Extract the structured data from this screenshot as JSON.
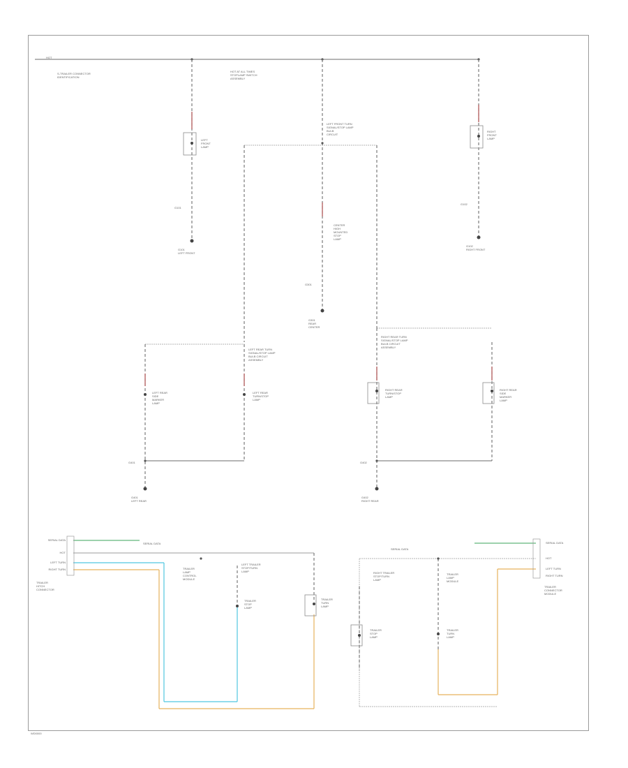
{
  "page": {
    "footer_code": "WD0000"
  },
  "power": {
    "feed_label": "HOT",
    "source_label": "S-TRAILER CONNECTOR\nIDENTIFICATION"
  },
  "upper": {
    "feed_note": "HOT AT ALL TIMES\nSTOPLAMP SWITCH\nASSEMBLY",
    "center_header": "LEFT FRONT TURN\nSIGNAL/STOP LAMP\nBULB\nCIRCUIT",
    "left_lamp": "LEFT\nFRONT\nLAMP",
    "center_lamp": "CENTER\nHIGH\nMOUNTED\nSTOP\nLAMP",
    "right_lamp": "RIGHT\nFRONT\nLAMP",
    "left_ground": "G101\nLEFT FRONT",
    "center_ground": "G301\nREAR\nCENTER",
    "right_ground": "G102\nRIGHT FRONT",
    "left_gnd_tag": "G101",
    "center_gnd_tag": "G301",
    "right_gnd_tag": "G102"
  },
  "middle": {
    "left_header": "LEFT REAR TURN\nSIGNAL/STOP LAMP\nBULB CIRCUIT\nASSEMBLY",
    "right_header": "RIGHT REAR TURN\nSIGNAL/STOP LAMP\nBULB CIRCUIT\nASSEMBLY",
    "lamp_lr_outer": "LEFT REAR\nSIDE\nMARKER\nLAMP",
    "lamp_lr_inner": "LEFT REAR\nTURN/STOP\nLAMP",
    "lamp_rr_inner": "RIGHT REAR\nTURN/STOP\nLAMP",
    "lamp_rr_outer": "RIGHT REAR\nSIDE\nMARKER\nLAMP",
    "left_ground": "G401\nLEFT REAR",
    "right_ground": "G402\nRIGHT REAR",
    "left_gnd_tag": "G401",
    "right_gnd_tag": "G402"
  },
  "bottom": {
    "left_connector_pins": [
      "SERIAL DATA",
      "HOT",
      "LEFT TURN",
      "RIGHT TURN"
    ],
    "left_connector_name": "TRAILER\nHITCH\nCONNECTOR",
    "left_data_bus": "SERIAL DATA",
    "left_module": "TRAILER\nLAMP\nCONTROL\nMODULE",
    "left_lamp_header": "LEFT TRAILER\nSTOP/TURN\nLAMP",
    "left_lamp_a": "TRAILER\nSTOP\nLAMP",
    "left_lamp_b": "TRAILER\nTURN\nLAMP",
    "right_connector_pins": [
      "SERIAL DATA",
      "HOT",
      "LEFT TURN",
      "RIGHT TURN"
    ],
    "right_connector_name": "TRAILER\nCONNECTOR\nMODULE",
    "right_data_bus": "SERIAL DATA",
    "right_header": "RIGHT TRAILER\nSTOP/TURN\nLAMP",
    "right_module": "TRAILER\nLAMP\nMODULE",
    "right_lamp_a": "TRAILER\nSTOP\nLAMP",
    "right_lamp_b": "TRAILER\nTURN\nLAMP"
  },
  "colors": {
    "wire": "#6b6b6b",
    "dash": "#8a8a8a",
    "red_tint": "#c27a7a",
    "green_bus": "#3aa35a",
    "cyan_wire": "#4fc6e0",
    "orange_wire": "#e6b25c",
    "frame": "#9a9a9a"
  }
}
